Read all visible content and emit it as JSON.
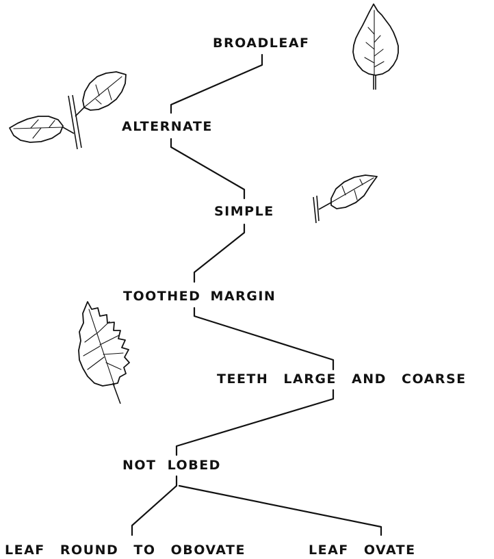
{
  "key": {
    "steps": [
      {
        "id": "broadleaf",
        "label": "BROADLEAF"
      },
      {
        "id": "alternate",
        "label": "ALTERNATE"
      },
      {
        "id": "simple",
        "label": "SIMPLE"
      },
      {
        "id": "toothed_margin",
        "label": "TOOTHED MARGIN"
      },
      {
        "id": "teeth_large_coarse",
        "label": "TEETH LARGE AND COARSE"
      },
      {
        "id": "not_lobed",
        "label": "NOT LOBED"
      },
      {
        "id": "leaf_round_obovate",
        "label": "LEAF ROUND TO OBOVATE"
      },
      {
        "id": "leaf_ovate",
        "label": "LEAF OVATE"
      }
    ]
  },
  "illustrations": [
    {
      "icon": "broadleaf-leaf-icon"
    },
    {
      "icon": "alternate-leaves-twig-icon"
    },
    {
      "icon": "simple-leaf-twig-icon"
    },
    {
      "icon": "coarse-toothed-leaf-icon"
    }
  ]
}
